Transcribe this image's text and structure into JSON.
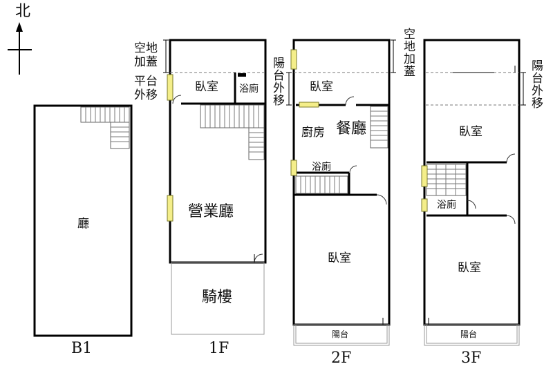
{
  "compass": {
    "north_label": "北"
  },
  "floors": {
    "b1": {
      "label": "B1",
      "hall": "廳"
    },
    "f1": {
      "label": "1F",
      "annot_top": "空地加蓋",
      "annot_side": "平台外移",
      "bedroom": "臥室",
      "bath": "浴廁",
      "business_hall": "營業廳",
      "arcade": "騎樓"
    },
    "f2": {
      "label": "2F",
      "annot_balcony": "陽台外移",
      "annot_top_right": "空地加蓋",
      "bedroom_top": "臥室",
      "kitchen": "廚房",
      "dining": "餐廳",
      "bath": "浴廁",
      "bedroom_bottom": "臥室",
      "balcony": "陽台"
    },
    "f3": {
      "label": "3F",
      "annot_balcony": "陽台外移",
      "bedroom_top": "臥室",
      "bath": "浴廁",
      "bedroom_bottom": "臥室",
      "balcony": "陽台"
    }
  }
}
